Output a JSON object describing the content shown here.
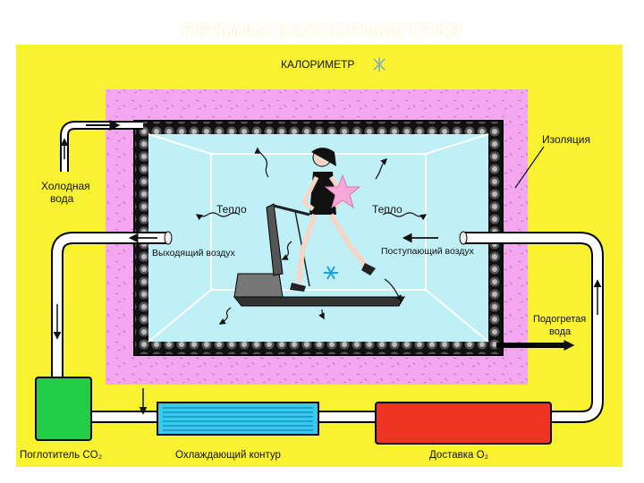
{
  "slide": {
    "title": "ПРЯМАЯ КАЛЛОРИМЕТРИЯ"
  },
  "labels": {
    "calorimeter": "КАЛОРИМЕТР",
    "insulation": "Изоляция",
    "cold_water_line1": "Холодная",
    "cold_water_line2": "вода",
    "heat_left": "Тепло",
    "heat_right": "Тепло",
    "exhaust_air": "Выходящий воздух",
    "intake_air": "Поступающий воздух",
    "heated_water_line1": "Подогретая",
    "heated_water_line2": "вода",
    "co2_absorber": "Поглотитель CO₂",
    "cooling_loop": "Охлаждающий контур",
    "o2_supply": "Доставка O₂"
  },
  "colors": {
    "background": "#f8f230",
    "insulation": "#f4a6f0",
    "chamber": "#bff0f8",
    "wall": "#1a1a1a",
    "co2_box": "#22cc44",
    "cooling_box": "#33ccf0",
    "o2_box": "#ee3322",
    "pipe": "#ffffff",
    "star": "#f7a8d8"
  }
}
